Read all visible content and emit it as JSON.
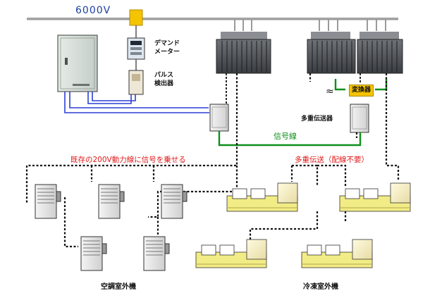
{
  "labels": {
    "voltage": "6000V",
    "demand_meter_line1": "デマンド",
    "demand_meter_line2": "メーター",
    "pulse_detector_line1": "パルス",
    "pulse_detector_line2": "検出器",
    "converter": "変換器",
    "multiplex_transmitter": "多重伝送器",
    "signal_line": "信号線",
    "existing_power_line": "既存の200V動力線に信号を乗せる",
    "multiplex_no_wiring": "多重伝送（配線不要）",
    "ac_outdoor_units": "空調室外機",
    "refrigeration_outdoor_units": "冷凍室外機"
  },
  "colors": {
    "power_line": "#2b3fd6",
    "signal_line": "#0e8f1c",
    "meter_box": "#f5c400",
    "accent_text": "#e11818"
  }
}
